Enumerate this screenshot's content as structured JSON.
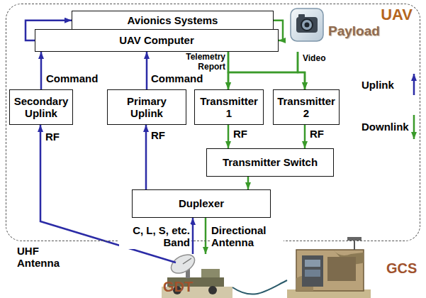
{
  "diagram": {
    "nodes": [
      {
        "text": [
          "UAV"
        ]
      },
      {
        "text": [
          "Avionics Systems"
        ],
        "in": 0
      },
      {
        "text": [
          "UAV Computer"
        ],
        "in": 0
      },
      {
        "text": [
          "Payload"
        ],
        "in": 0
      },
      {
        "text": [
          "Secondary Uplink"
        ],
        "in": 0
      },
      {
        "text": [
          "Primary Uplink"
        ],
        "in": 0
      },
      {
        "text": [
          "Transmitter 1"
        ],
        "in": 0
      },
      {
        "text": [
          "Transmitter 2"
        ],
        "in": 0
      },
      {
        "text": [
          "Transmitter Switch"
        ],
        "in": 0
      },
      {
        "text": [
          "Duplexer"
        ],
        "in": 0
      },
      {
        "text": [
          "GDT"
        ]
      },
      {
        "text": [
          "GCS"
        ]
      }
    ],
    "edges": [
      {
        "from": 2,
        "to": 1,
        "arrow": "to"
      },
      {
        "from": 1,
        "to": 2,
        "arrow": "to"
      },
      {
        "from": 2,
        "to": 6,
        "label": "Telemetry Report",
        "arrow": "to"
      },
      {
        "from": 2,
        "to": 7,
        "arrow": "to"
      },
      {
        "from": 3,
        "to": 6,
        "arrow": "to"
      },
      {
        "from": 3,
        "to": 7,
        "label": "Video",
        "arrow": "to"
      },
      {
        "from": 4,
        "to": 2,
        "label": "Command",
        "arrow": "to"
      },
      {
        "from": 5,
        "to": 2,
        "label": "Command",
        "arrow": "to"
      },
      {
        "from": 6,
        "to": 8,
        "label": "RF",
        "arrow": "to"
      },
      {
        "from": 7,
        "to": 8,
        "label": "RF",
        "arrow": "to"
      },
      {
        "from": 8,
        "to": 9,
        "arrow": "to"
      },
      {
        "from": 9,
        "to": 5,
        "label": "RF",
        "arrow": "to"
      },
      {
        "from": 10,
        "to": 4,
        "label": "RF",
        "arrow": "to"
      },
      {
        "from": 10,
        "to": 9,
        "arrow": "to"
      },
      {
        "from": 9,
        "to": 10,
        "arrow": "to"
      },
      {
        "from": 10,
        "to": 11,
        "arrow": "none"
      }
    ],
    "labels": [
      "UHF Antenna",
      "C, L, S, etc. Band",
      "Directional Antenna"
    ],
    "legend": [
      {
        "text": "Uplink"
      },
      {
        "text": "Downlink"
      }
    ]
  }
}
